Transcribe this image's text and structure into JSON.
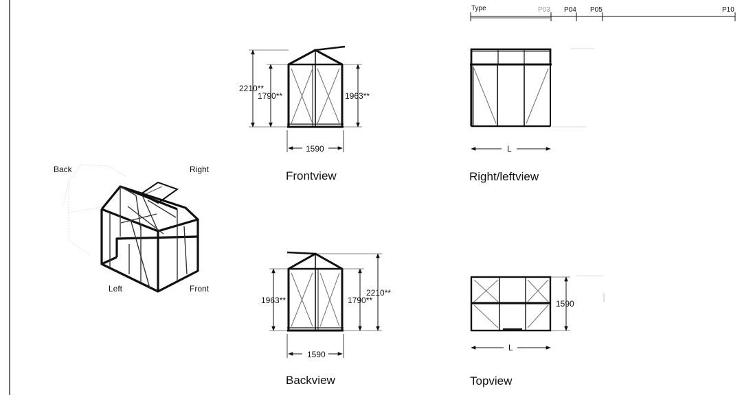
{
  "scale_bar": {
    "type_label": "Type",
    "ticks": [
      "P03",
      "P04",
      "P05",
      "P10"
    ]
  },
  "iso_view": {
    "back": "Back",
    "right": "Right",
    "left": "Left",
    "front": "Front"
  },
  "front_view": {
    "title": "Frontview",
    "total_height": "2210**",
    "wall_height_left": "1790**",
    "wall_height_right": "1963**",
    "width": "1590"
  },
  "back_view": {
    "title": "Backview",
    "wall_height_left": "1963**",
    "wall_height_right": "1790**",
    "total_height": "2210**",
    "width": "1590"
  },
  "side_view": {
    "title": "Right/leftview",
    "length": "L"
  },
  "top_view": {
    "title": "Topview",
    "length": "L",
    "width": "1590"
  }
}
